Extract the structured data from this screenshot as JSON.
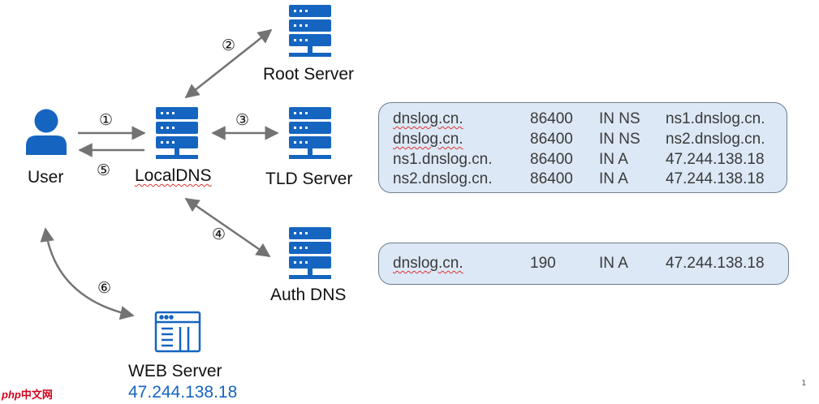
{
  "colors": {
    "icon": "#1565c0",
    "arrow": "#737373",
    "box_fill": "#dce8f5",
    "box_border": "#6f7d8c",
    "misspell": "#d33"
  },
  "nodes": {
    "user": {
      "label": "User",
      "icon": "user-icon"
    },
    "localdns": {
      "label": "LocalDNS",
      "icon": "server-icon"
    },
    "root": {
      "label": "Root Server",
      "icon": "server-icon"
    },
    "tld": {
      "label": "TLD Server",
      "icon": "server-icon"
    },
    "auth": {
      "label": "Auth DNS",
      "icon": "server-icon"
    },
    "web": {
      "label": "WEB Server",
      "ip": "47.244.138.18",
      "icon": "web-window-icon"
    }
  },
  "steps": [
    "①",
    "②",
    "③",
    "④",
    "⑤",
    "⑥"
  ],
  "tld_records": [
    [
      "dnslog.cn.",
      "86400",
      "IN NS",
      "ns1.dnslog.cn."
    ],
    [
      "dnslog.cn.",
      "86400",
      "IN NS",
      "ns2.dnslog.cn."
    ],
    [
      "ns1.dnslog.cn.",
      "86400",
      "IN A",
      "47.244.138.18"
    ],
    [
      "ns2.dnslog.cn.",
      "86400",
      "IN A",
      "47.244.138.18"
    ]
  ],
  "auth_records": [
    [
      "dnslog.cn.",
      "190",
      "IN A",
      "47.244.138.18"
    ]
  ],
  "page_number": "1",
  "watermark": {
    "prefix": "php",
    "suffix": "中文网"
  }
}
